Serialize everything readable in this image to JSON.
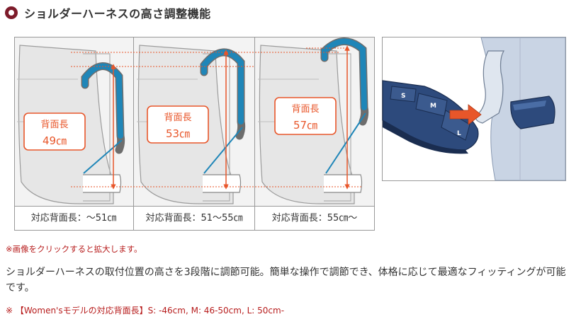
{
  "section": {
    "title": "ショルダーハーネスの高さ調整機能",
    "bullet_icon": "circle-bullet-icon"
  },
  "panels": [
    {
      "label": "背面長",
      "value": "49㎝",
      "caption": "対応背面長：〜51㎝"
    },
    {
      "label": "背面長",
      "value": "53㎝",
      "caption": "対応背面長：51〜55㎝"
    },
    {
      "label": "背面長",
      "value": "57㎝",
      "caption": "対応背面長：55㎝〜"
    }
  ],
  "closeup": {
    "slot_labels": [
      "S",
      "M",
      "L"
    ],
    "arrow_icon": "orange-arrow-icon"
  },
  "notes": {
    "click_to_enlarge": "※画像をクリックすると拡大します。",
    "description": "ショルダーハーネスの取付位置の高さを3段階に調節可能。簡単な操作で調節でき、体格に応じて最適なフィッティングが可能です。",
    "womens_sizes": "※ 【Women'sモデルの対応背面長】S: -46cm, M: 46-50cm, L: 50cm-"
  },
  "colors": {
    "accent_red": "#b71c1c",
    "harness_blue": "#1f86b8",
    "label_orange": "#e8562a",
    "bullet_dark_red": "#7d1b2a",
    "closeup_navy": "#2d4a7c"
  }
}
